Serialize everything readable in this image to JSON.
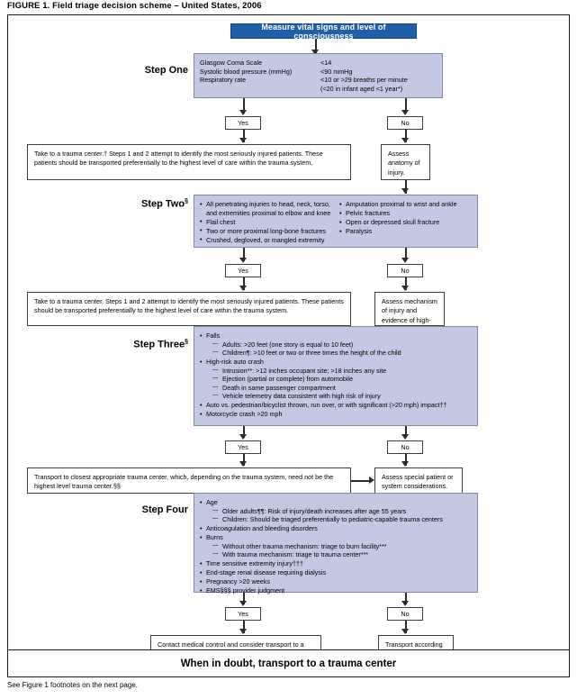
{
  "figure": {
    "title": "FIGURE 1. Field triage decision scheme – United States, 2006",
    "footnote_reference": "See Figure 1 footnotes on the next page.",
    "bottom_banner": "When in doubt, transport to a trauma center",
    "colors": {
      "banner_blue": "#1f5ea8",
      "criteria_lavender": "#c3c9e2",
      "criteria_border": "#8089ab",
      "box_border": "#3d3d3d",
      "connector": "#2b2b2b",
      "frame": "#1a1a1a"
    }
  },
  "banner": {
    "label": "Measure vital signs and level of consciousness"
  },
  "steps": {
    "one": {
      "label": "Step One",
      "criteria": [
        {
          "name": "Glasgow Coma Scale",
          "value": "<14"
        },
        {
          "name": "Systolic blood pressure (mmHg)",
          "value": "<90 mmHg"
        },
        {
          "name": "Respiratory rate",
          "value": "<10 or >29 breaths per minute"
        }
      ],
      "criteria_subnote": "(<20 in infant aged <1 year*)",
      "yes_label": "Yes",
      "no_label": "No",
      "yes_outcome": "Take to a trauma center.† Steps 1 and 2 attempt to identify the most seriously injured patients. These patients should be transported preferentially to the highest level of care within the trauma system.",
      "yes_outcome_footnote": "†",
      "no_outcome": "Assess anatomy of injury."
    },
    "two": {
      "label": "Step Two",
      "label_footnote": "§",
      "left_bullets": [
        "All penetrating injuries to head, neck, torso, and extremities proximal to elbow and knee",
        "Flail chest",
        "Two or more proximal long-bone fractures",
        "Crushed, degloved, or mangled extremity"
      ],
      "right_bullets": [
        "Amputation proximal to wrist and ankle",
        "Pelvic fractures",
        "Open or depressed skull fracture",
        "Paralysis"
      ],
      "yes_label": "Yes",
      "no_label": "No",
      "yes_outcome": "Take to a trauma center. Steps 1 and 2 attempt to identify the most seriously injured patients. These patients should be transported preferentially to the highest level of care within the trauma system.",
      "no_outcome": "Assess mechanism of injury and evidence of high-energy impact."
    },
    "three": {
      "label": "Step Three",
      "label_footnote": "§",
      "bullets": [
        {
          "text": "Falls",
          "sub": [
            "Adults: >20 feet (one story is equal to 10 feet)",
            "Children¶: >10 feet or two or three times the height of the child"
          ]
        },
        {
          "text": "High-risk auto crash",
          "sub": [
            "Intrusion**: >12 inches occupant site; >18 inches any site",
            "Ejection (partial or complete) from automobile",
            "Death in same passenger compartment",
            "Vehicle telemetry data consistent with high risk of injury"
          ]
        },
        {
          "text": "Auto vs. pedestrian/bicyclist thrown, run over, or with significant (>20 mph) impact††",
          "sub": []
        },
        {
          "text": "Motorcycle crash >20 mph",
          "sub": []
        }
      ],
      "yes_label": "Yes",
      "no_label": "No",
      "yes_outcome": "Transport to closest appropriate trauma center, which, depending on the trauma system, need not be the highest level trauma center.§§",
      "no_outcome": "Assess special patient or system considerations."
    },
    "four": {
      "label": "Step Four",
      "bullets": [
        {
          "text": "Age",
          "sub": [
            "Older adults¶¶: Risk of injury/death increases after age 55 years",
            "Children: Should be triaged preferentially to pediatric-capable trauma centers"
          ]
        },
        {
          "text": "Anticoagulation and bleeding disorders",
          "sub": []
        },
        {
          "text": "Burns",
          "sub": [
            "Without other trauma mechanism: triage to burn facility***",
            "With trauma mechanism: triage to trauma center***"
          ]
        },
        {
          "text": "Time sensitive extremity injury†††",
          "sub": []
        },
        {
          "text": "End-stage renal disease requiring dialysis",
          "sub": []
        },
        {
          "text": "Pregnancy >20 weeks",
          "sub": []
        },
        {
          "text": "EMS§§§ provider judgment",
          "sub": []
        }
      ],
      "yes_label": "Yes",
      "no_label": "No",
      "yes_outcome": "Contact medical control and consider transport to a trauma center or a specific resource hospital.",
      "no_outcome": "Transport according to protocol.¶¶¶"
    }
  }
}
